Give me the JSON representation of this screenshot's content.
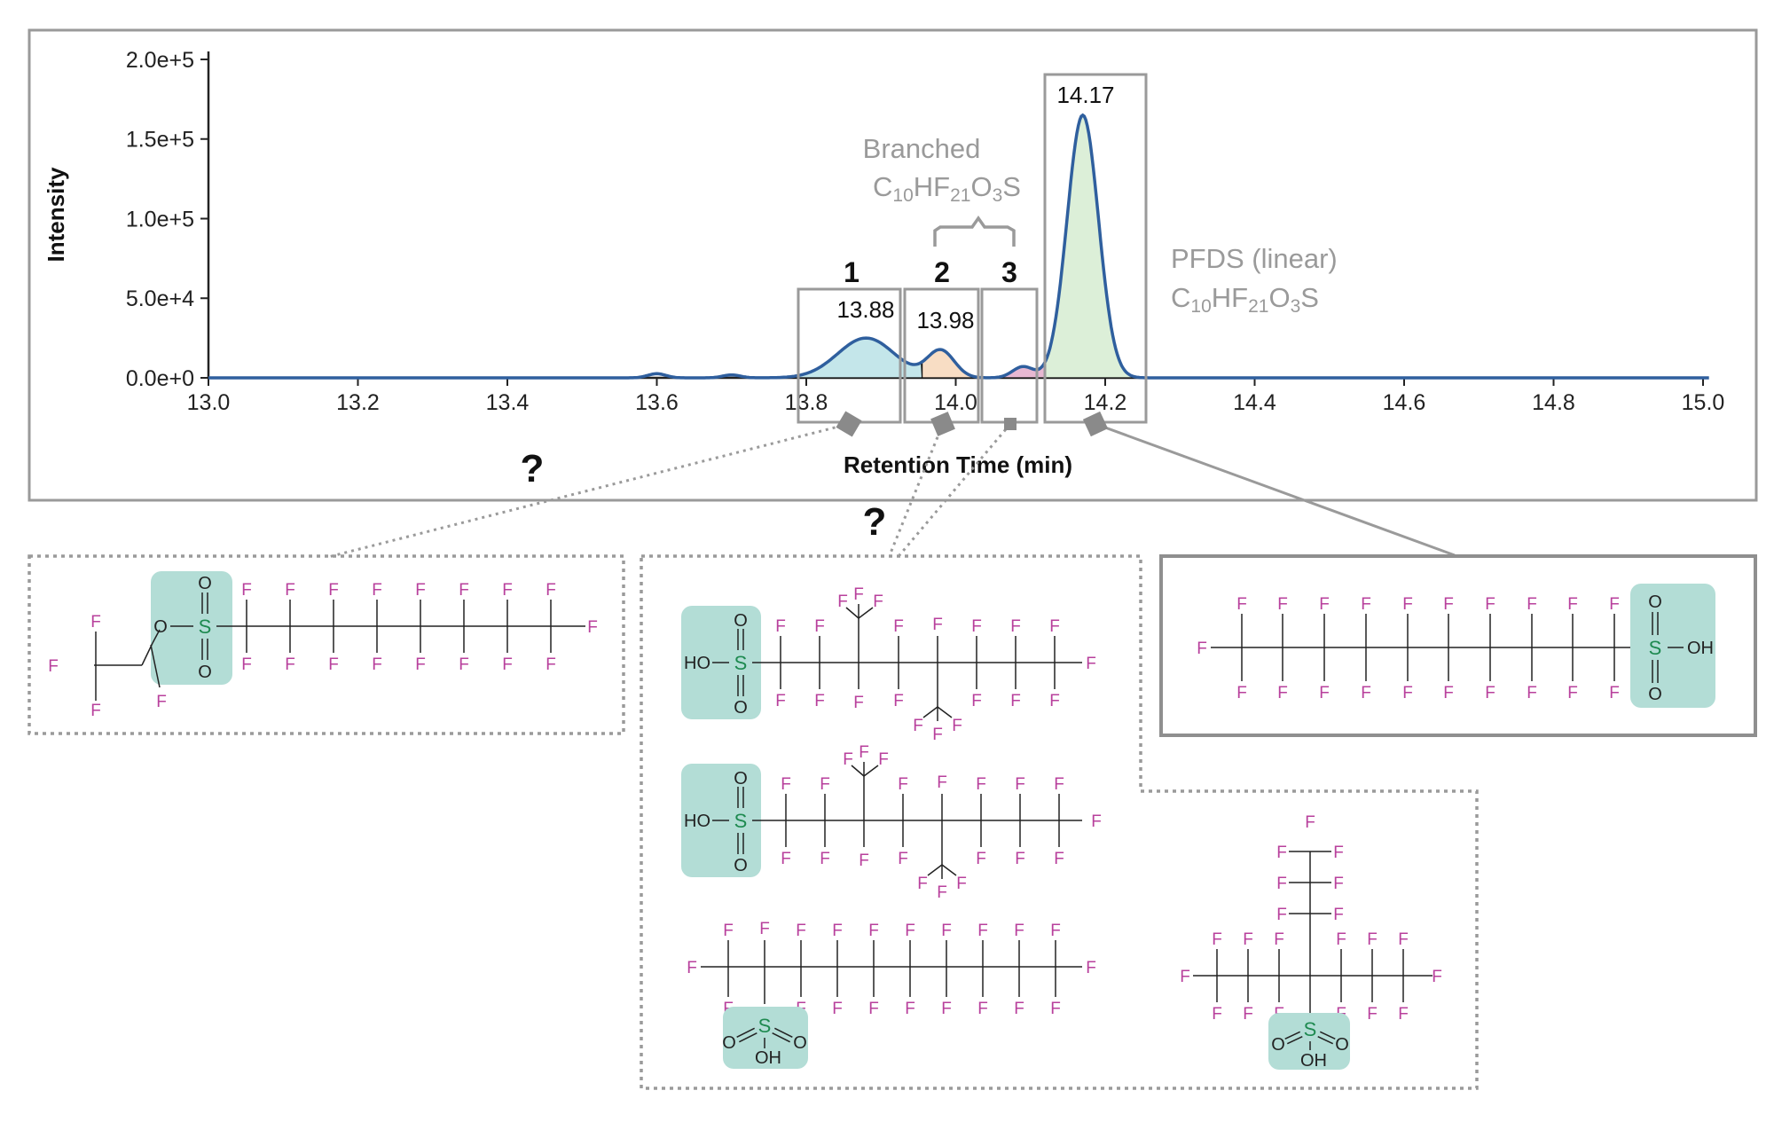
{
  "chart_data": {
    "type": "line",
    "xlabel": "Retention  Time (min)",
    "ylabel": "Intensity",
    "xlim": [
      13.0,
      15.0
    ],
    "ylim": [
      0,
      205000
    ],
    "x_ticks": [
      "13.0",
      "13.2",
      "13.4",
      "13.6",
      "13.8",
      "14.0",
      "14.2",
      "14.4",
      "14.6",
      "14.8",
      "15.0"
    ],
    "y_ticks": [
      "0.0e+0",
      "5.0e+4",
      "1.0e+5",
      "1.5e+5",
      "2.0e+5"
    ],
    "x_tick_values": [
      13.0,
      13.2,
      13.4,
      13.6,
      13.8,
      14.0,
      14.2,
      14.4,
      14.6,
      14.8,
      15.0
    ],
    "y_tick_values": [
      0,
      50000,
      100000,
      150000,
      200000
    ],
    "line_color": "#2f5f9e",
    "peaks": [
      {
        "isomer": "1",
        "rt_label": "13.88",
        "retention_time": 13.88,
        "height": 25000,
        "fill": "#c4e6ea"
      },
      {
        "isomer": "2",
        "rt_label": "13.98",
        "retention_time": 13.98,
        "height": 17000,
        "fill": "#f8ddc4"
      },
      {
        "isomer": "3",
        "rt_label": "",
        "retention_time": 14.09,
        "height": 7000,
        "fill": "#e7b8d2"
      },
      {
        "isomer": "",
        "rt_label": "14.17",
        "retention_time": 14.17,
        "height": 165000,
        "fill": "#dcefd8"
      }
    ],
    "annotations": {
      "branched_name": "Branched",
      "branched_formula": [
        "C",
        "10",
        "HF",
        "21",
        "O",
        "3",
        "S"
      ],
      "linear_name": "PFDS (linear)",
      "linear_formula": [
        "C",
        "10",
        "HF",
        "21",
        "O",
        "3",
        "S"
      ],
      "unknown_1": "?",
      "unknown_2": "?"
    }
  },
  "structures": {
    "atoms": {
      "fluorine": "F",
      "sulfur": "S",
      "oxygen": "O",
      "hydroxyl_left": "HO",
      "hydroxyl_right": "OH",
      "hydroxyl_below": "OH"
    },
    "highlight_color": "#b3ddd6",
    "fluorine_color": "#b8409c",
    "sulfur_color": "#1e8a50"
  }
}
